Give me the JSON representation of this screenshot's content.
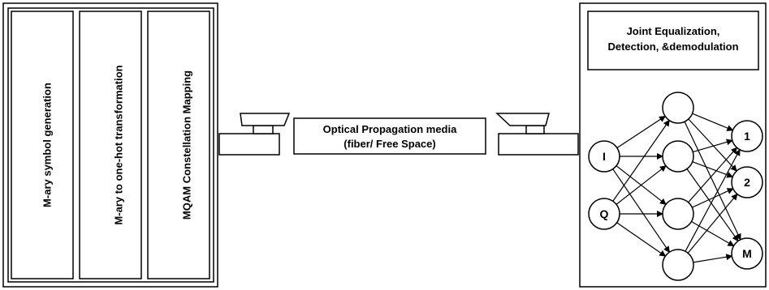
{
  "transmitter": {
    "blocks": [
      {
        "label": "M-ary symbol generation"
      },
      {
        "label": "M-ary to one-hot transformation"
      },
      {
        "label": "MQAM Constellation Mapping"
      }
    ]
  },
  "channel": {
    "line1": "Optical Propagation media",
    "line2": "(fiber/ Free Space)"
  },
  "receiver": {
    "title_line1": "Joint Equalization,",
    "title_line2": "Detection, &demodulation",
    "network": {
      "inputs": [
        "I",
        "Q"
      ],
      "hidden_count": 4,
      "outputs": [
        "1",
        "2",
        "M"
      ]
    }
  },
  "colors": {
    "stroke": "#000000",
    "fill": "#ffffff"
  }
}
